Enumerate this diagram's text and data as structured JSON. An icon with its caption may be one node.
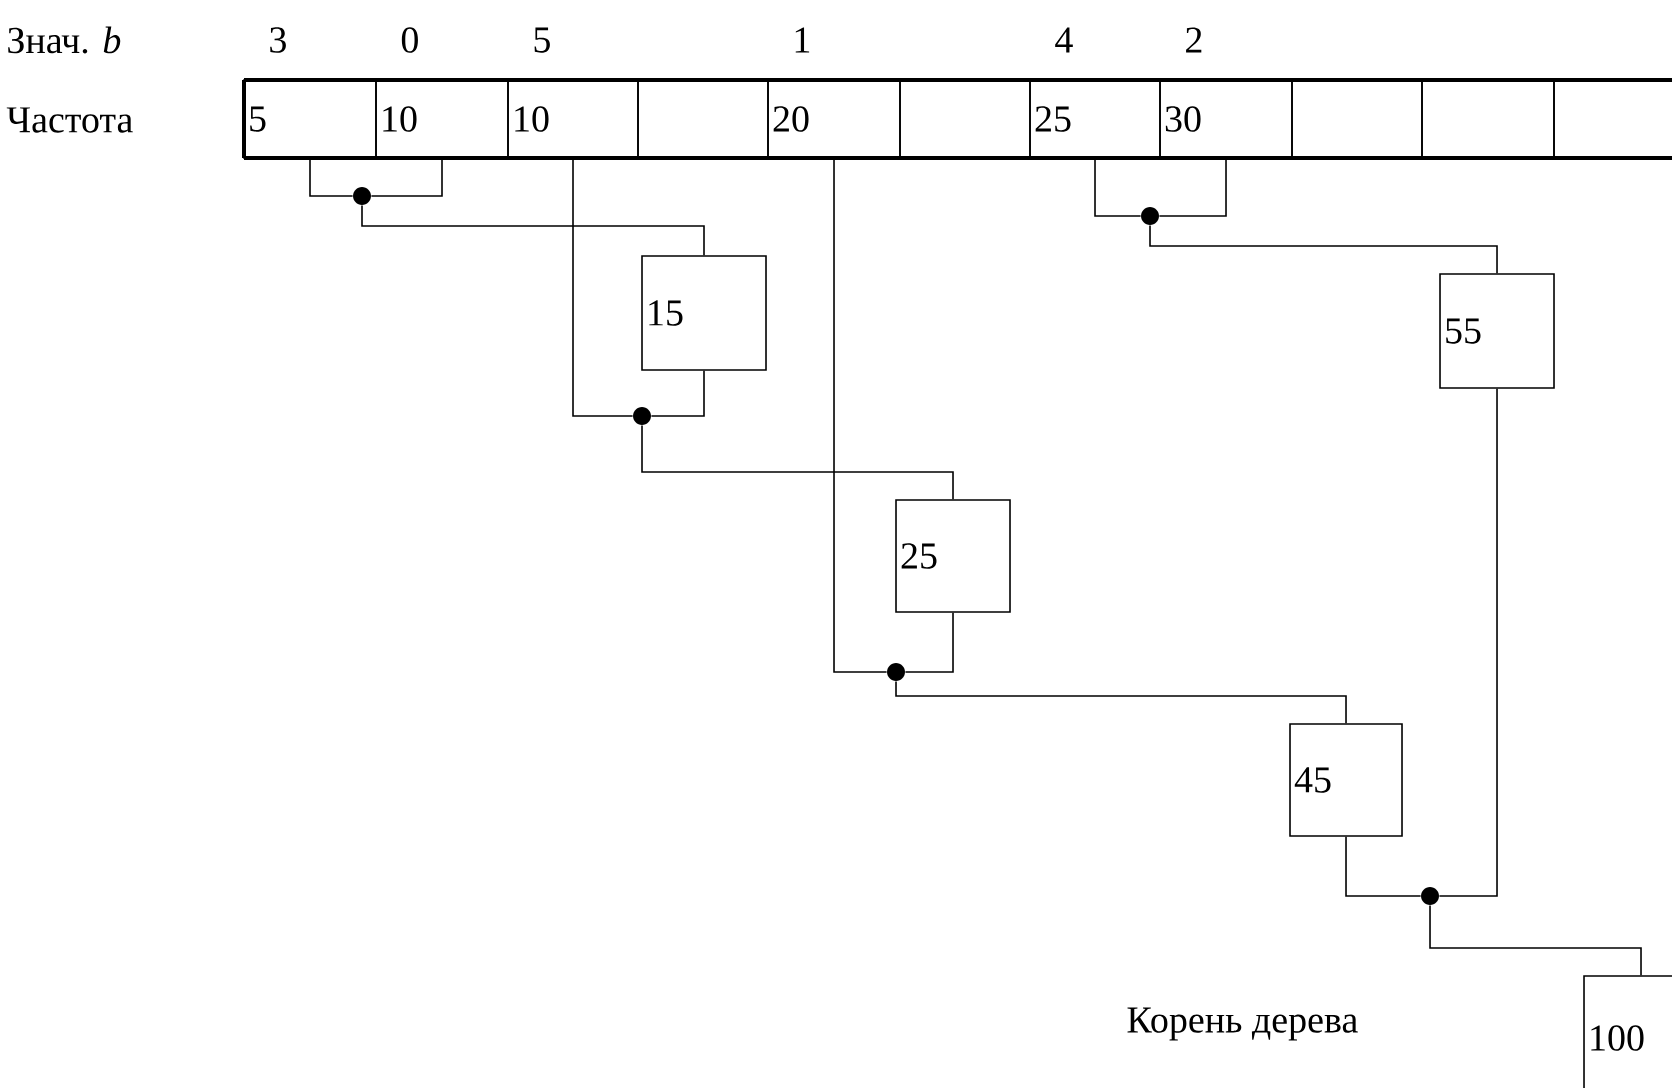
{
  "diagram": {
    "nodes": [
      {
        "text": [
          "5"
        ],
        "beside": [
          "3"
        ]
      },
      {
        "text": [
          "10"
        ],
        "beside": [
          "0"
        ]
      },
      {
        "text": [
          "10"
        ],
        "beside": [
          "5"
        ]
      },
      {
        "text": [],
        "shape": "box"
      },
      {
        "text": [
          "20"
        ],
        "beside": [
          "1"
        ]
      },
      {
        "text": [],
        "shape": "box"
      },
      {
        "text": [
          "25"
        ],
        "beside": [
          "4"
        ]
      },
      {
        "text": [
          "30"
        ],
        "beside": [
          "2"
        ]
      },
      {
        "text": [],
        "shape": "box"
      },
      {
        "text": [],
        "shape": "box"
      },
      {
        "text": [],
        "shape": "box"
      },
      {
        "text": [],
        "shape": "circle"
      },
      {
        "text": [],
        "shape": "circle"
      },
      {
        "text": [
          "15"
        ]
      },
      {
        "text": [
          "55"
        ]
      },
      {
        "text": [],
        "shape": "circle"
      },
      {
        "text": [
          "25"
        ]
      },
      {
        "text": [],
        "shape": "circle"
      },
      {
        "text": [
          "45"
        ]
      },
      {
        "text": [],
        "shape": "circle"
      },
      {
        "text": [
          "100"
        ]
      }
    ],
    "edges": [
      {
        "from": 0,
        "to": 11,
        "arrow": "none"
      },
      {
        "from": 1,
        "to": 11,
        "arrow": "none"
      },
      {
        "from": 11,
        "to": 13,
        "arrow": "none"
      },
      {
        "from": 6,
        "to": 12,
        "arrow": "none"
      },
      {
        "from": 7,
        "to": 12,
        "arrow": "none"
      },
      {
        "from": 12,
        "to": 14,
        "arrow": "none"
      },
      {
        "from": 2,
        "to": 15,
        "arrow": "none"
      },
      {
        "from": 13,
        "to": 15,
        "arrow": "none"
      },
      {
        "from": 15,
        "to": 16,
        "arrow": "none"
      },
      {
        "from": 4,
        "to": 17,
        "arrow": "none"
      },
      {
        "from": 16,
        "to": 17,
        "arrow": "none"
      },
      {
        "from": 17,
        "to": 18,
        "arrow": "none"
      },
      {
        "from": 18,
        "to": 19,
        "arrow": "none"
      },
      {
        "from": 14,
        "to": 19,
        "arrow": "none"
      },
      {
        "from": 19,
        "to": 20,
        "arrow": "none"
      }
    ],
    "labels": [
      "Знач. *b*",
      "Частота",
      "Корень дерева"
    ]
  }
}
